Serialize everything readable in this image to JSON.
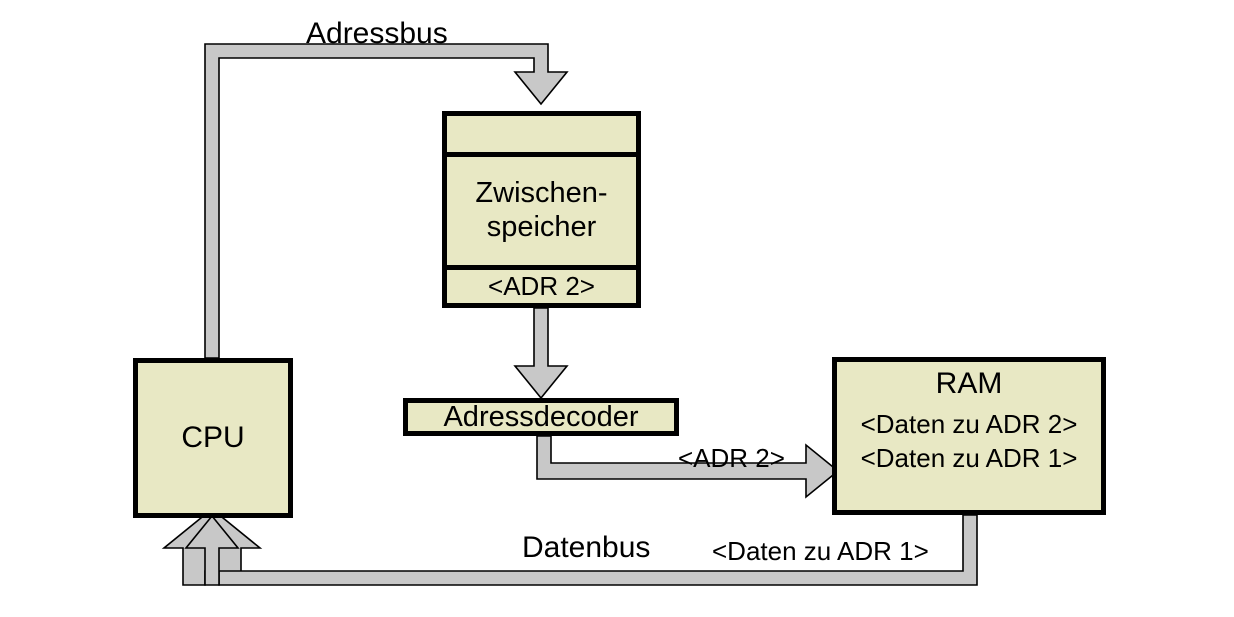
{
  "diagram": {
    "title": "Adressbus / Datenbus Zugriff",
    "colors": {
      "box_fill": "#E8E8C4",
      "box_border": "#000000",
      "bus_fill": "#C8C8C8",
      "bus_stroke": "#000000",
      "background": "#FFFFFF",
      "text": "#000000"
    }
  },
  "nodes": {
    "cpu": {
      "label": "CPU"
    },
    "latch": {
      "top_label": "",
      "title_line1": "Zwischen-",
      "title_line2": "speicher",
      "value": "<ADR 2>"
    },
    "decoder": {
      "label": "Adressdecoder"
    },
    "ram": {
      "title": "RAM",
      "line1": "<Daten zu ADR 2>",
      "line2": "<Daten zu ADR 1>"
    }
  },
  "buses": {
    "address_bus": {
      "label": "Adressbus"
    },
    "data_bus": {
      "label": "Datenbus",
      "payload": "<Daten zu ADR 1>"
    },
    "decoder_to_ram": {
      "label": "<ADR 2>"
    }
  }
}
